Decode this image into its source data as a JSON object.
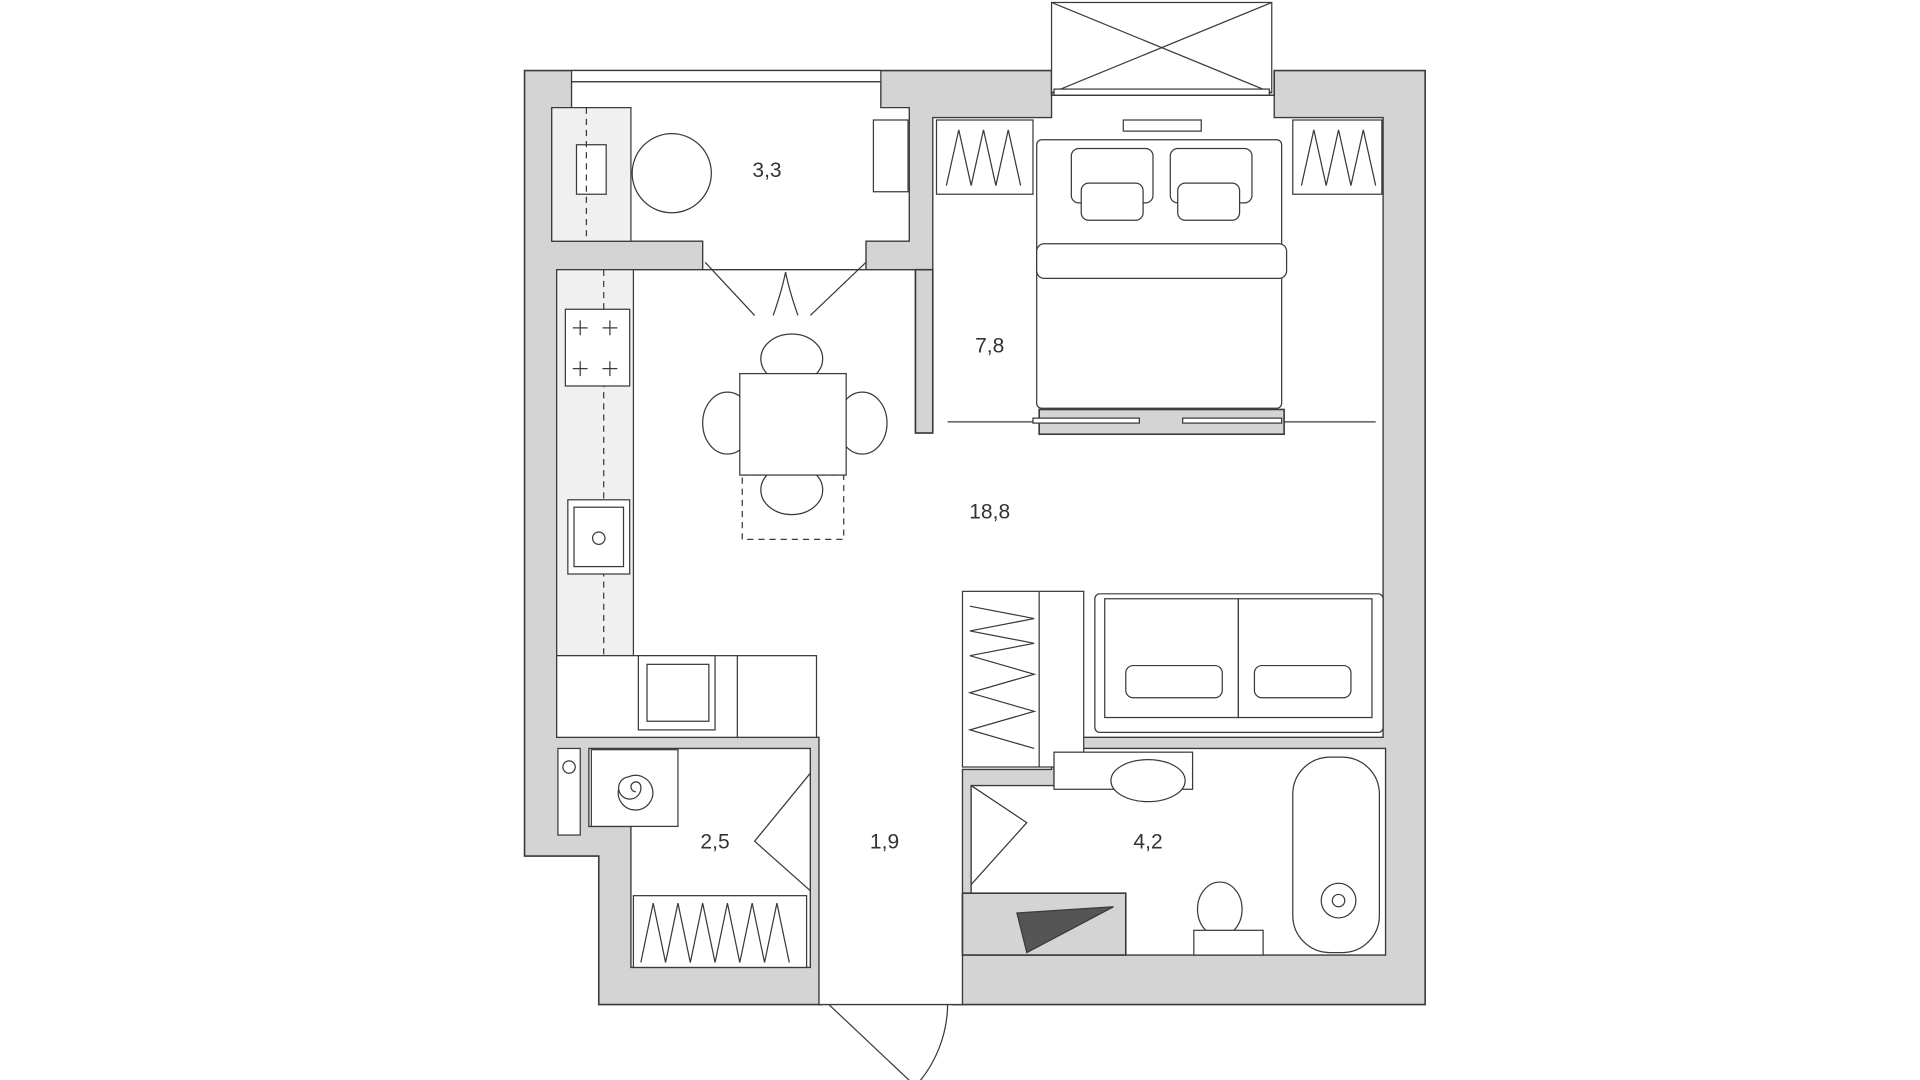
{
  "plan": {
    "rooms": [
      {
        "id": "balcony-room",
        "area": "3,3"
      },
      {
        "id": "bedroom",
        "area": "7,8"
      },
      {
        "id": "living-kitchen",
        "area": "18,8"
      },
      {
        "id": "storage",
        "area": "2,5"
      },
      {
        "id": "hallway",
        "area": "1,9"
      },
      {
        "id": "bathroom",
        "area": "4,2"
      }
    ],
    "colors": {
      "wall": "#d4d4d4",
      "line": "#3a3a3a",
      "background": "#ffffff"
    }
  }
}
